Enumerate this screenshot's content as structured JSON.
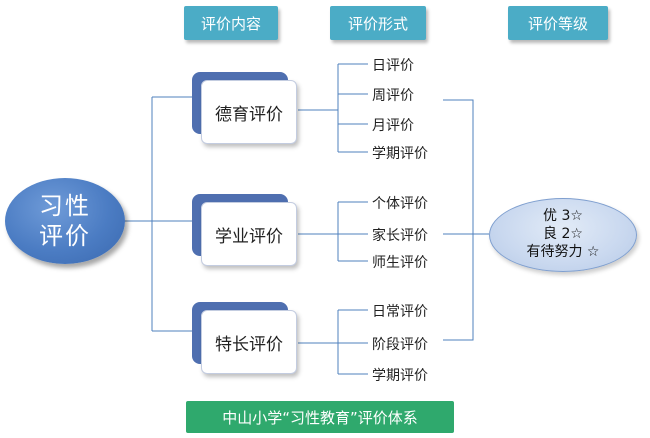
{
  "headers": {
    "content": "评价内容",
    "form": "评价形式",
    "level": "评价等级"
  },
  "root": {
    "line1": "习性",
    "line2": "评价"
  },
  "categories": [
    {
      "label": "德育评价",
      "items": [
        "日评价",
        "周评价",
        "月评价",
        "学期评价"
      ]
    },
    {
      "label": "学业评价",
      "items": [
        "个体评价",
        "家长评价",
        "师生评价"
      ]
    },
    {
      "label": "特长评价",
      "items": [
        "日常评价",
        "阶段评价",
        "学期评价"
      ]
    }
  ],
  "grades": [
    "优 3☆",
    "良 2☆",
    "有待努力 ☆"
  ],
  "footer": "中山小学“习性教育”评价体系",
  "colors": {
    "header_bg": "#4bacc6",
    "footer_bg": "#2fa96d",
    "root_fill": "#4b7cc3",
    "category_accent": "#4f6fb0",
    "connector": "#4f81bd"
  }
}
